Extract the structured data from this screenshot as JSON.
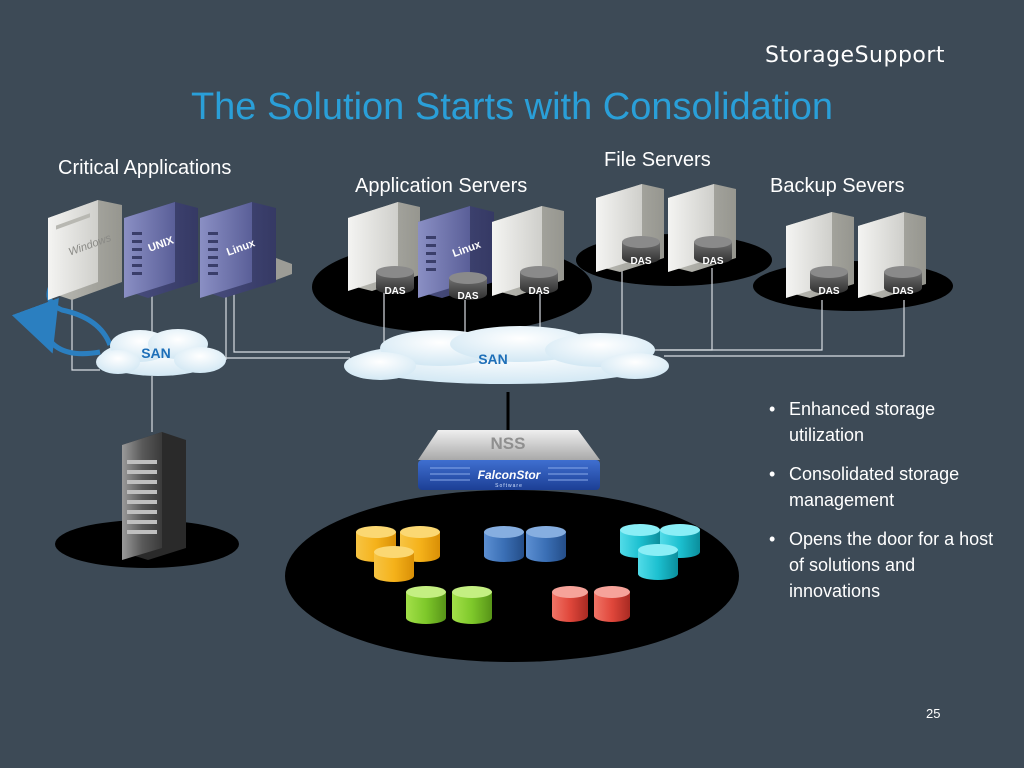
{
  "brand": "StorageSupport",
  "title": "The Solution Starts with Consolidation",
  "groups": {
    "critical": {
      "label": "Critical Applications",
      "os_labels": [
        "Windows",
        "UNIX",
        "Linux"
      ]
    },
    "app_servers": {
      "label": "Application Servers",
      "center_os": "Linux",
      "das": [
        "DAS",
        "DAS",
        "DAS"
      ]
    },
    "file_servers": {
      "label": "File Servers",
      "das": [
        "DAS",
        "DAS"
      ]
    },
    "backup_servers": {
      "label": "Backup Severs",
      "das": [
        "DAS",
        "DAS"
      ]
    }
  },
  "san_small": "SAN",
  "san_main": "SAN",
  "appliance": {
    "name": "NSS",
    "vendor": "FalconStor",
    "vendor_sub": "Software"
  },
  "bullets": [
    "Enhanced storage utilization",
    "Consolidated storage management",
    "Opens the door for a host of solutions and innovations"
  ],
  "page_number": "25",
  "colors": {
    "background": "#3d4a56",
    "title": "#2a9fd8",
    "orange": "#f5b21a",
    "blue": "#3a6fb5",
    "cyan": "#1cc0d0",
    "green": "#7ec82a",
    "red": "#e0473b"
  }
}
